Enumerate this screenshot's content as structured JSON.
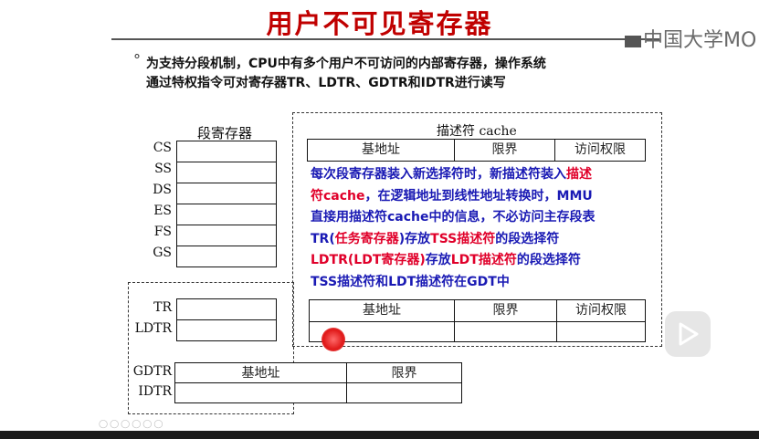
{
  "slide": {
    "title": "用户不可见寄存器",
    "watermark": "中国大学MO",
    "bullet_symbol": "°",
    "bullet_line1": "为支持分段机制，CPU中有多个用户不可访问的内部寄存器，操作系统",
    "bullet_line2": "通过特权指令可对寄存器TR、LDTR、GDTR和IDTR进行读写"
  },
  "segment_registers": {
    "title": "段寄存器",
    "names": [
      "CS",
      "SS",
      "DS",
      "ES",
      "FS",
      "GS"
    ]
  },
  "descriptor_cache": {
    "title": "描述符 cache",
    "columns": [
      "基地址",
      "限界",
      "访问权限"
    ]
  },
  "cache_text": {
    "l1_blue": "每次段寄存器装入新选择符时，新描述符装入",
    "l1_red": "描述",
    "l2_red": "符cache",
    "l2_blue": "，在逻辑地址到线性地址转换时，MMU",
    "l3_blue": "直接用描述符cache中的信息，不必访问主存段表",
    "l4_blue_a": "TR(",
    "l4_red_a": "任务寄存器",
    "l4_blue_b": ")存放",
    "l4_red_b": "TSS描述符",
    "l4_blue_c": "的段选择符",
    "l5_red_a": "LDTR(LDT寄存器)",
    "l5_blue_a": "存放",
    "l5_red_b": "LDT描述符",
    "l5_blue_b": "的段选择符",
    "l6_blue": "TSS描述符和LDT描述符在GDT中"
  },
  "system_registers": {
    "tr": "TR",
    "ldtr": "LDTR",
    "gdtr": "GDTR",
    "idtr": "IDTR",
    "tr_cache_columns": [
      "基地址",
      "限界",
      "访问权限"
    ],
    "gdtr_columns": [
      "基地址",
      "限界"
    ]
  },
  "colors": {
    "title": "#c00000",
    "blue_text": "#1a1ab4",
    "red_text": "#e0002a"
  }
}
